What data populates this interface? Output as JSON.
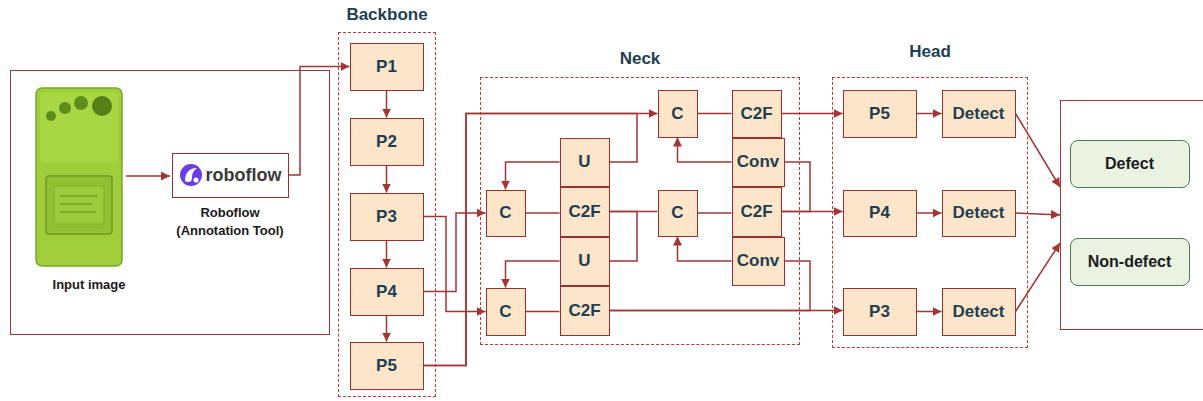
{
  "diagram": {
    "nodes": [
      {
        "text": [
          "Input image"
        ]
      },
      {
        "text": [
          "roboflow",
          "Roboflow (Annotation Tool)"
        ],
        "in": 0
      },
      {
        "text": [
          "Backbone"
        ]
      },
      {
        "text": [
          "P1"
        ],
        "in": 2
      },
      {
        "text": [
          "P2"
        ],
        "in": 2
      },
      {
        "text": [
          "P3"
        ],
        "in": 2
      },
      {
        "text": [
          "P4"
        ],
        "in": 2
      },
      {
        "text": [
          "P5"
        ],
        "in": 2
      },
      {
        "text": [
          "Neck"
        ]
      },
      {
        "text": [
          "C"
        ],
        "in": 8
      },
      {
        "text": [
          "C2F"
        ],
        "in": 8
      },
      {
        "text": [
          "U"
        ],
        "in": 8
      },
      {
        "text": [
          "Conv"
        ],
        "in": 8
      },
      {
        "text": [
          "C"
        ],
        "in": 8
      },
      {
        "text": [
          "C2F"
        ],
        "in": 8
      },
      {
        "text": [
          "C"
        ],
        "in": 8
      },
      {
        "text": [
          "C2F"
        ],
        "in": 8
      },
      {
        "text": [
          "U"
        ],
        "in": 8
      },
      {
        "text": [
          "Conv"
        ],
        "in": 8
      },
      {
        "text": [
          "C"
        ],
        "in": 8
      },
      {
        "text": [
          "C2F"
        ],
        "in": 8
      },
      {
        "text": [
          "Head"
        ]
      },
      {
        "text": [
          "P5"
        ],
        "in": 21
      },
      {
        "text": [
          "Detect"
        ],
        "in": 21
      },
      {
        "text": [
          "P4"
        ],
        "in": 21
      },
      {
        "text": [
          "Detect"
        ],
        "in": 21
      },
      {
        "text": [
          "P3"
        ],
        "in": 21
      },
      {
        "text": [
          "Detect"
        ],
        "in": 21
      },
      {
        "text": []
      },
      {
        "text": [
          "Defect"
        ],
        "in": 28
      },
      {
        "text": [
          "Non-defect"
        ],
        "in": 28
      }
    ],
    "edges": [
      {
        "from": 1,
        "to": 3,
        "arrow": "to"
      },
      {
        "from": 3,
        "to": 4,
        "arrow": "to"
      },
      {
        "from": 4,
        "to": 5,
        "arrow": "to"
      },
      {
        "from": 5,
        "to": 6,
        "arrow": "to"
      },
      {
        "from": 6,
        "to": 7,
        "arrow": "to"
      },
      {
        "from": 5,
        "to": 19,
        "arrow": "to"
      },
      {
        "from": 6,
        "to": 13,
        "arrow": "to"
      },
      {
        "from": 7,
        "to": 9,
        "arrow": "to"
      },
      {
        "from": 7,
        "to": 11,
        "arrow": "none"
      },
      {
        "from": 11,
        "to": 13,
        "arrow": "to"
      },
      {
        "from": 13,
        "to": 14,
        "arrow": "none"
      },
      {
        "from": 14,
        "to": 15,
        "arrow": "none"
      },
      {
        "from": 14,
        "to": 17,
        "arrow": "none"
      },
      {
        "from": 17,
        "to": 19,
        "arrow": "to"
      },
      {
        "from": 19,
        "to": 20,
        "arrow": "none"
      },
      {
        "from": 20,
        "to": 26,
        "arrow": "to"
      },
      {
        "from": 20,
        "to": 18,
        "arrow": "none"
      },
      {
        "from": 18,
        "to": 15,
        "arrow": "to"
      },
      {
        "from": 15,
        "to": 16,
        "arrow": "none"
      },
      {
        "from": 16,
        "to": 24,
        "arrow": "to"
      },
      {
        "from": 16,
        "to": 12,
        "arrow": "none"
      },
      {
        "from": 12,
        "to": 9,
        "arrow": "to"
      },
      {
        "from": 9,
        "to": 10,
        "arrow": "none"
      },
      {
        "from": 10,
        "to": 22,
        "arrow": "to"
      },
      {
        "from": 22,
        "to": 23,
        "arrow": "to"
      },
      {
        "from": 24,
        "to": 25,
        "arrow": "to"
      },
      {
        "from": 26,
        "to": 27,
        "arrow": "to"
      },
      {
        "from": 23,
        "to": 28,
        "arrow": "to"
      },
      {
        "from": 25,
        "to": 28,
        "arrow": "to"
      },
      {
        "from": 27,
        "to": 28,
        "arrow": "to"
      }
    ]
  }
}
